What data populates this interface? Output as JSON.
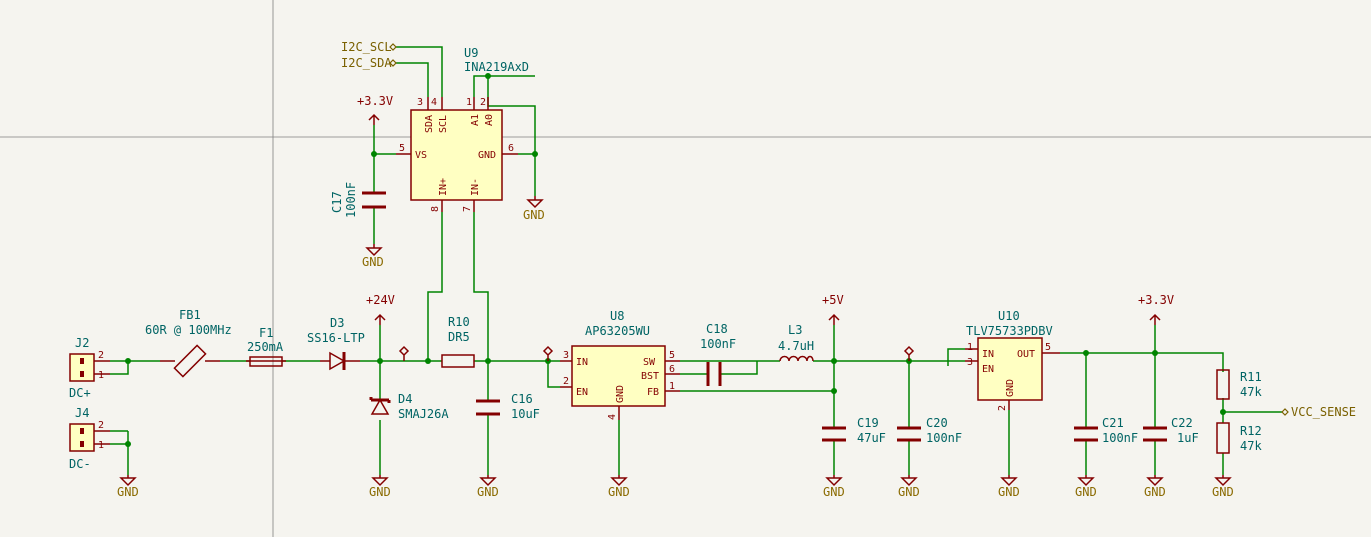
{
  "colors": {
    "wire": "#008400",
    "symbol": "#840000",
    "fill": "#ffffc2",
    "reference": "#006464",
    "label": "#7a6000",
    "background": "#f5f4ef"
  },
  "power": {
    "p33_top": "+3.3V",
    "p24": "+24V",
    "p5": "+5V",
    "p33_right": "+3.3V",
    "gnd": "GND"
  },
  "labels": {
    "scl": "I2C_SCL",
    "sda": "I2C_SDA",
    "vcc_sense": "VCC_SENSE"
  },
  "parts": {
    "u9": {
      "ref": "U9",
      "value": "INA219AxD"
    },
    "u8": {
      "ref": "U8",
      "value": "AP63205WU"
    },
    "u10": {
      "ref": "U10",
      "value": "TLV75733PDBV"
    },
    "j2": {
      "ref": "J2",
      "value": "DC+"
    },
    "j4": {
      "ref": "J4",
      "value": "DC-"
    },
    "fb1": {
      "ref": "FB1",
      "value": "60R @ 100MHz"
    },
    "f1": {
      "ref": "F1",
      "value": "250mA"
    },
    "d3": {
      "ref": "D3",
      "value": "SS16-LTP"
    },
    "d4": {
      "ref": "D4",
      "value": "SMAJ26A"
    },
    "r10": {
      "ref": "R10",
      "value": "DR5"
    },
    "r11": {
      "ref": "R11",
      "value": "47k"
    },
    "r12": {
      "ref": "R12",
      "value": "47k"
    },
    "l3": {
      "ref": "L3",
      "value": "4.7uH"
    },
    "c16": {
      "ref": "C16",
      "value": "10uF"
    },
    "c17": {
      "ref": "C17",
      "value": "100nF"
    },
    "c18": {
      "ref": "C18",
      "value": "100nF"
    },
    "c19": {
      "ref": "C19",
      "value": "47uF"
    },
    "c20": {
      "ref": "C20",
      "value": "100nF"
    },
    "c21": {
      "ref": "C21",
      "value": "100nF"
    },
    "c22": {
      "ref": "C22",
      "value": "1uF"
    }
  },
  "pins": {
    "u9": {
      "sda": "SDA",
      "scl": "SCL",
      "a1": "A1",
      "a0": "A0",
      "vs": "VS",
      "gnd": "GND",
      "inp": "IN+",
      "inm": "IN-",
      "n3": "3",
      "n4": "4",
      "n1": "1",
      "n2": "2",
      "n5": "5",
      "n6": "6",
      "n8": "8",
      "n7": "7"
    },
    "u8": {
      "in": "IN",
      "en": "EN",
      "sw": "SW",
      "bst": "BST",
      "fb": "FB",
      "gnd": "GND",
      "n3": "3",
      "n2": "2",
      "n5": "5",
      "n6": "6",
      "n1": "1",
      "n4": "4"
    },
    "u10": {
      "in": "IN",
      "en": "EN",
      "out": "OUT",
      "gnd": "GND",
      "n1": "1",
      "n3": "3",
      "n5": "5",
      "n2": "2"
    },
    "j": {
      "n2": "2",
      "n1": "1"
    }
  }
}
